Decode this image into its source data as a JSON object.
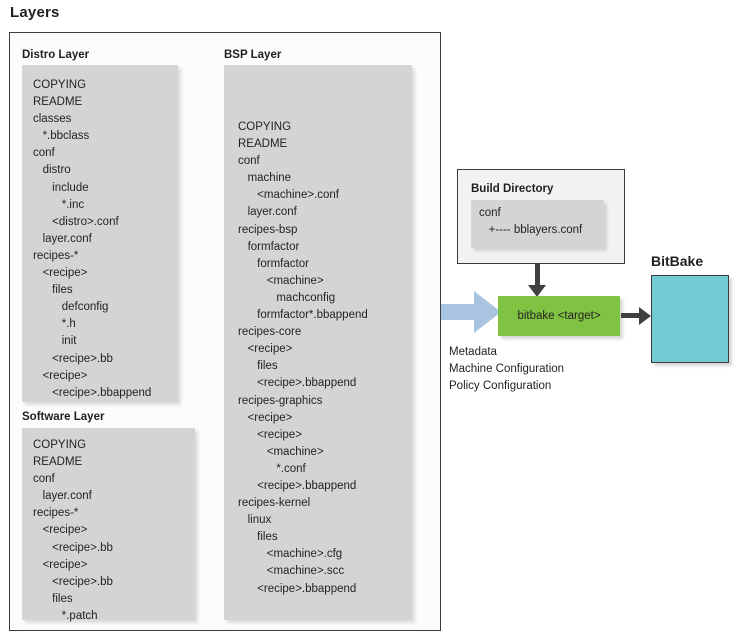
{
  "page": {
    "title": "Layers"
  },
  "layers": {
    "distro": {
      "title": "Distro Layer",
      "tree": [
        "COPYING",
        "README",
        "classes",
        "   *.bbclass",
        "conf",
        "   distro",
        "      include",
        "         *.inc",
        "      <distro>.conf",
        "   layer.conf",
        "recipes-*",
        "   <recipe>",
        "      files",
        "         defconfig",
        "         *.h",
        "         init",
        "      <recipe>.bb",
        "   <recipe>",
        "      <recipe>.bbappend"
      ]
    },
    "software": {
      "title": "Software Layer",
      "tree": [
        "COPYING",
        "README",
        "conf",
        "   layer.conf",
        "recipes-*",
        "   <recipe>",
        "      <recipe>.bb",
        "   <recipe>",
        "      <recipe>.bb",
        "      files",
        "         *.patch"
      ]
    },
    "bsp": {
      "title": "BSP Layer",
      "tree": [
        "COPYING",
        "README",
        "conf",
        "   machine",
        "      <machine>.conf",
        "   layer.conf",
        "recipes-bsp",
        "   formfactor",
        "      formfactor",
        "         <machine>",
        "            machconfig",
        "      formfactor*.bbappend",
        "recipes-core",
        "   <recipe>",
        "      files",
        "      <recipe>.bbappend",
        "recipes-graphics",
        "   <recipe>",
        "      <recipe>",
        "         <machine>",
        "            *.conf",
        "      <recipe>.bbappend",
        "recipes-kernel",
        "   linux",
        "      files",
        "         <machine>.cfg",
        "         <machine>.scc",
        "      <recipe>.bbappend"
      ]
    }
  },
  "build_directory": {
    "title": "Build Directory",
    "tree": [
      "conf",
      "   +---- bblayers.conf"
    ]
  },
  "bitbake_command": {
    "label": "bitbake <target>"
  },
  "bitbake": {
    "title": "BitBake"
  },
  "inputs_caption": {
    "lines": [
      "Metadata",
      "Machine Configuration",
      "Policy Configuration"
    ]
  },
  "colors": {
    "green_box": "#80c342",
    "cyan_box": "#74cbd3",
    "blue_arrow": "#a8c4e0",
    "panel_gray": "#d4d4d4",
    "arrow_dark": "#404040"
  }
}
